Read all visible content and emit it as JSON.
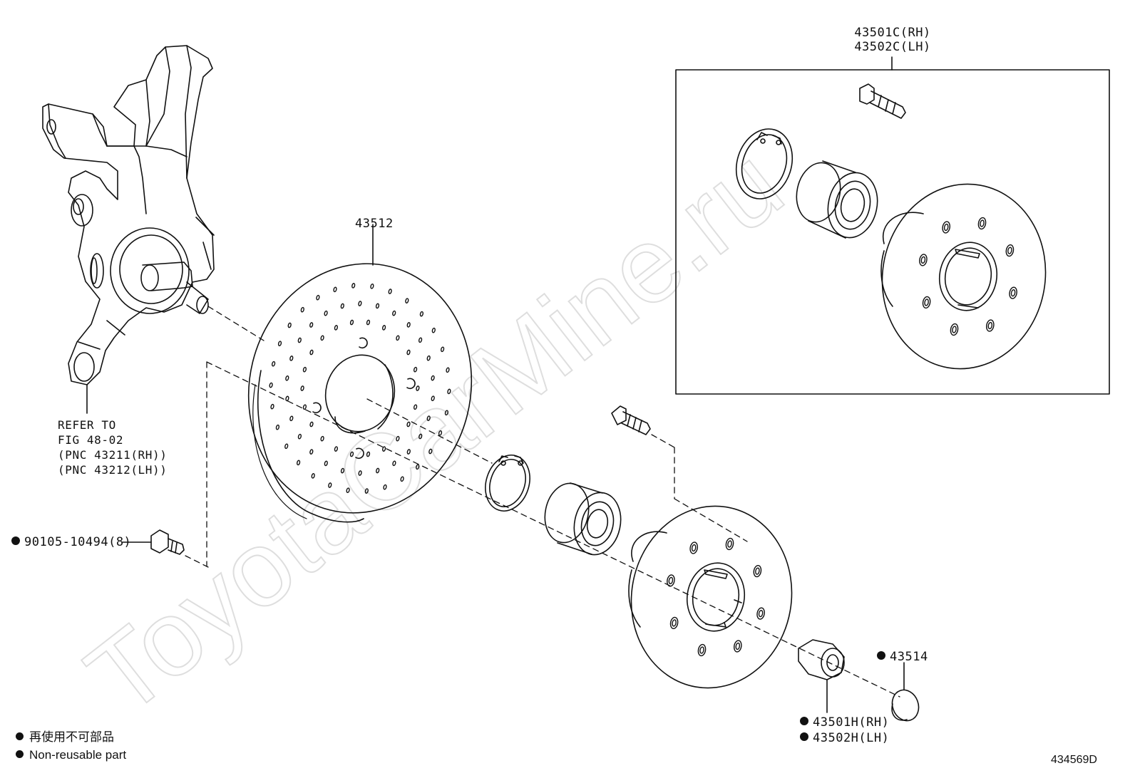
{
  "labels": {
    "hub_kit": [
      "43501C(RH)",
      "43502C(LH)"
    ],
    "disc": "43512",
    "knuckle_ref": [
      "REFER TO",
      "FIG 48-02",
      "(PNC 43211(RH))",
      "(PNC 43212(LH))"
    ],
    "bolt": "90105-10494(8)",
    "grease_cap": "43514",
    "hub_nut": [
      "43501H(RH)",
      "43502H(LH)"
    ]
  },
  "legend": {
    "jp": "再使用不可部品",
    "en": "Non-reusable part"
  },
  "diagram_id": "434569D",
  "watermark": "ToyotaCarMine.ru",
  "colors": {
    "ink": "#111111",
    "watermark": "#e9e9e9"
  }
}
